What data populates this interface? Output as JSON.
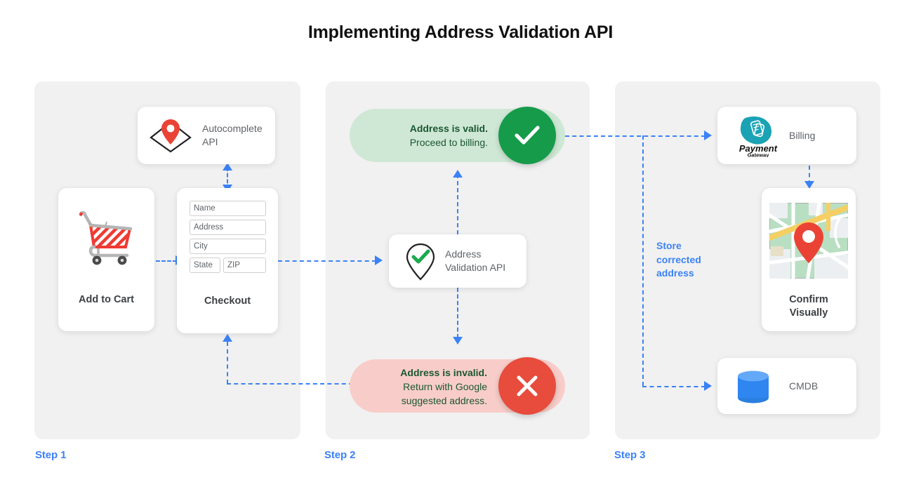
{
  "title": "Implementing Address Validation API",
  "colors": {
    "accent_blue": "#3b82f6",
    "panel_gray": "#f1f1f1",
    "valid_green_bg": "#cfe8d5",
    "valid_green_badge": "#159b4a",
    "invalid_red_bg": "#f8cdc9",
    "invalid_red_badge": "#e74c3c",
    "card_white": "#ffffff",
    "text_dark": "#3c4043",
    "text_muted": "#5f6368"
  },
  "steps": [
    {
      "label": "Step 1"
    },
    {
      "label": "Step 2"
    },
    {
      "label": "Step 3"
    }
  ],
  "step1": {
    "autocomplete_card": {
      "label_line1": "Autocomplete",
      "label_line2": "API",
      "icon": "map-pin-diamond-icon"
    },
    "add_to_cart_card": {
      "label": "Add to Cart",
      "icon": "shopping-cart-icon"
    },
    "checkout_card": {
      "label": "Checkout",
      "icon": "checkout-form-icon",
      "fields": [
        {
          "name": "name",
          "placeholder": "Name"
        },
        {
          "name": "address",
          "placeholder": "Address"
        },
        {
          "name": "city",
          "placeholder": "City"
        },
        {
          "name": "state",
          "placeholder": "State"
        },
        {
          "name": "zip",
          "placeholder": "ZIP"
        }
      ]
    }
  },
  "step2": {
    "valid_pill": {
      "title": "Address is valid.",
      "subtitle": "Proceed to billing.",
      "badge_icon": "check-icon"
    },
    "validation_card": {
      "label_line1": "Address",
      "label_line2": "Validation API",
      "icon": "map-pin-check-icon"
    },
    "invalid_pill": {
      "title": "Address is invalid.",
      "subtitle_line1": "Return with Google",
      "subtitle_line2": "suggested address.",
      "badge_icon": "close-icon"
    }
  },
  "step3": {
    "billing_card": {
      "label": "Billing",
      "logo_name": "Payment",
      "logo_sub": "Gateway",
      "icon": "payment-gateway-icon"
    },
    "confirm_card": {
      "label_line1": "Confirm",
      "label_line2": "Visually",
      "icon": "map-thumbnail-icon"
    },
    "cmdb_card": {
      "label": "CMDB",
      "icon": "database-icon"
    },
    "store_note": {
      "line1": "Store",
      "line2": "corrected",
      "line3": "address"
    }
  }
}
